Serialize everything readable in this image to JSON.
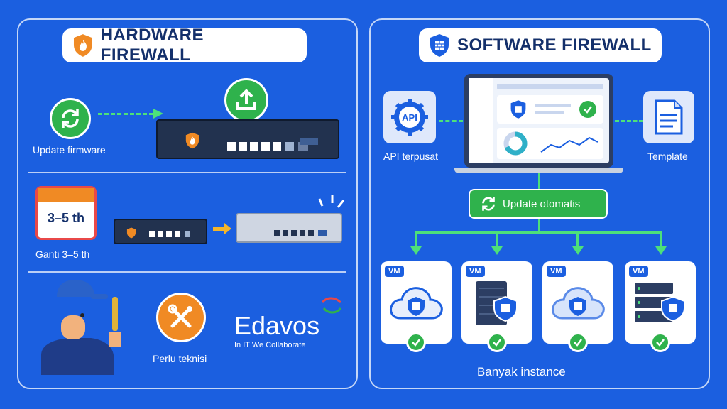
{
  "hardware": {
    "title": "HARDWARE FIREWALL",
    "update_label": "Update firmware",
    "calendar_text": "3–5 th",
    "replace_label": "Ganti 3–5 th",
    "technician_label": "Perlu teknisi"
  },
  "brand": {
    "name": "Edavos",
    "tagline": "In IT We Collaborate"
  },
  "software": {
    "title": "SOFTWARE FIREWALL",
    "api_icon_text": "API",
    "api_label": "API terpusat",
    "template_label": "Template",
    "update_label": "Update otomatis",
    "vm_badges": [
      "VM",
      "VM",
      "VM",
      "VM"
    ],
    "instances_label": "Banyak instance"
  },
  "colors": {
    "background": "#1b5fe0",
    "accent_green": "#2fb24c",
    "dash_green": "#4de07a",
    "accent_orange": "#f08a24",
    "title_text": "#14306b"
  },
  "icons": [
    "fire-shield-icon",
    "sync-icon",
    "upload-icon",
    "calendar-icon",
    "wrench-screwdriver-icon",
    "shield-firewall-icon",
    "api-gear-icon",
    "document-icon",
    "cloud-icon",
    "server-icon",
    "check-icon"
  ]
}
